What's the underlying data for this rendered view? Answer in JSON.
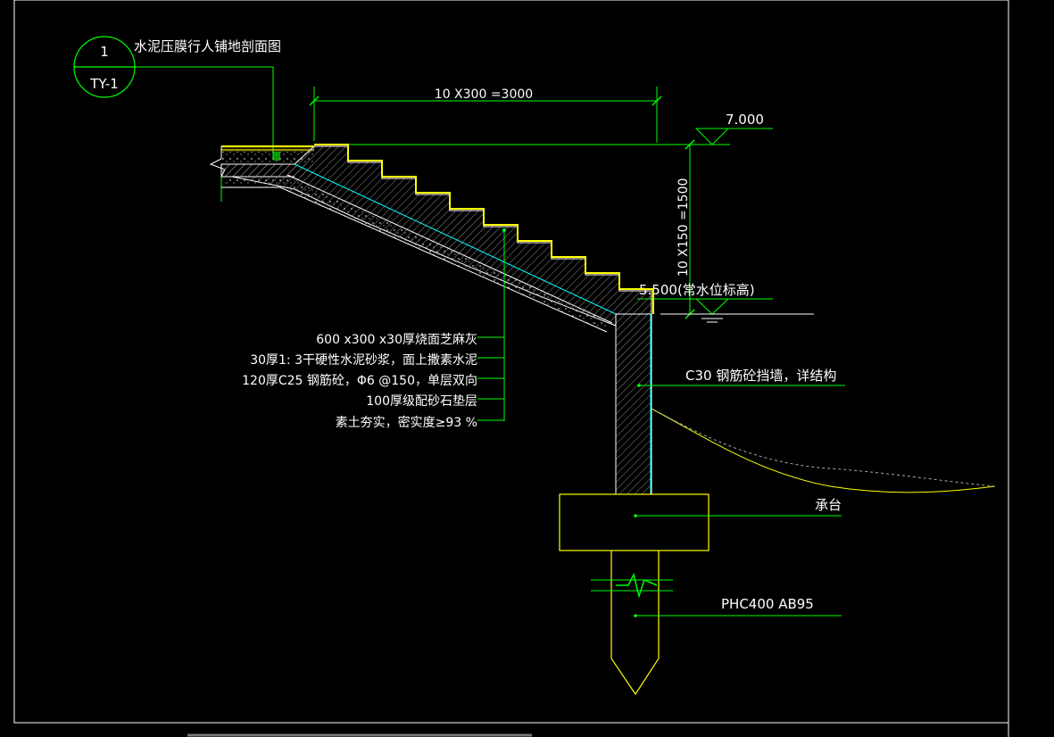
{
  "drawing": {
    "detail_number": "1",
    "detail_sheet": "TY-1",
    "title": "水泥压膜行人铺地剖面图"
  },
  "dimensions": {
    "horizontal": "10 X300 =3000",
    "vertical": "10 X150 =1500"
  },
  "elevations": {
    "top": "7.000",
    "water": "5.500(常水位标高)"
  },
  "layers": [
    "600 x300 x30厚烧面芝麻灰",
    "30厚1: 3干硬性水泥砂浆，面上撒素水泥",
    "120厚C25 钢筋砼，Φ6 @150，单层双向",
    "100厚级配砂石垫层",
    "素土夯实，密实度≥93 %"
  ],
  "callouts": {
    "wall": "C30 钢筋砼挡墙，详结构",
    "pile_cap": "承台",
    "pile": "PHC400 AB95"
  },
  "colors": {
    "background": "#000000",
    "line_green": "#00ff00",
    "line_yellow": "#ffff00",
    "line_white": "#ffffff",
    "line_cyan": "#00ffff",
    "hatch_gray": "#9a9a9a"
  }
}
